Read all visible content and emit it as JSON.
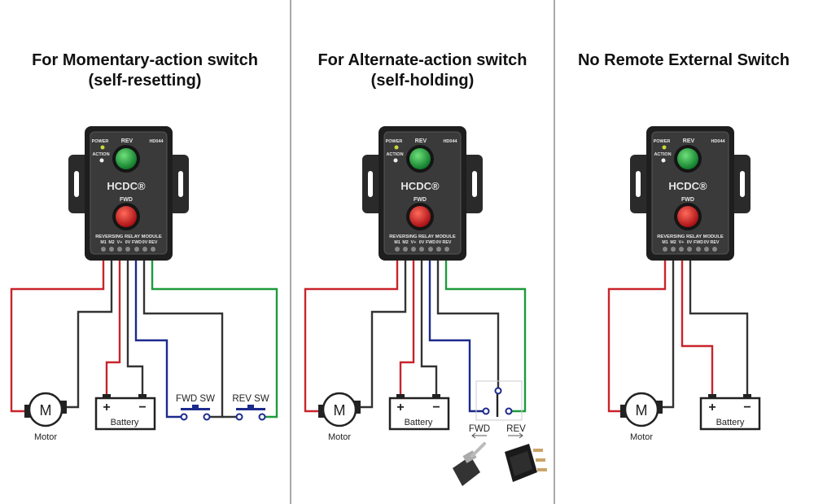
{
  "panels": [
    {
      "title_line1": "For Momentary-action switch",
      "title_line2": "(self-resetting)",
      "motor_label": "Motor",
      "motor_symbol": "M",
      "battery_label": "Battery",
      "plus": "+",
      "minus": "−",
      "fwd_sw": "FWD SW",
      "rev_sw": "REV SW"
    },
    {
      "title_line1": "For Alternate-action switch",
      "title_line2": "(self-holding)",
      "motor_label": "Motor",
      "motor_symbol": "M",
      "battery_label": "Battery",
      "plus": "+",
      "minus": "−",
      "fwd": "FWD",
      "rev": "REV"
    },
    {
      "title_line1": "No Remote External Switch",
      "motor_label": "Motor",
      "motor_symbol": "M",
      "battery_label": "Battery",
      "plus": "+",
      "minus": "−"
    }
  ],
  "module": {
    "power": "POWER",
    "action": "ACTION",
    "rev": "REV",
    "fwd": "FWD",
    "model": "HD044",
    "brand": "HCDC®",
    "name": "REVERSING RELAY MODULE",
    "pins": [
      "M1",
      "M2",
      "V+",
      "0V",
      "FWD",
      "0V",
      "REV"
    ]
  },
  "colors": {
    "positive_wire": "#c8242a",
    "ground_wire": "#333333",
    "fwd_wire": "#1b2a8c",
    "rev_wire": "#1e9a3c",
    "rev_button": "#1ea03c",
    "fwd_button": "#d8262a"
  }
}
